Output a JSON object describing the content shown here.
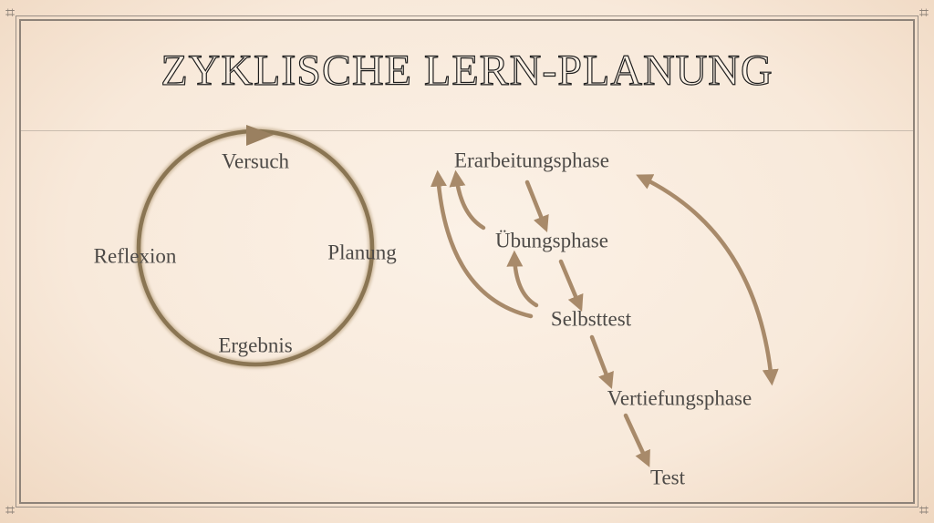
{
  "slide": {
    "title": "ZYKLISCHE LERN-PLANUNG",
    "cycle": {
      "top": "Versuch",
      "right": "Planung",
      "bottom": "Ergebnis",
      "left": "Reflexion"
    },
    "phases": [
      "Erarbeitungsphase",
      "Übungsphase",
      "Selbsttest",
      "Vertiefungsphase",
      "Test"
    ],
    "colors": {
      "arrow": "#a88a6a",
      "circle": "#8a7553",
      "text": "#4d4a47"
    }
  }
}
